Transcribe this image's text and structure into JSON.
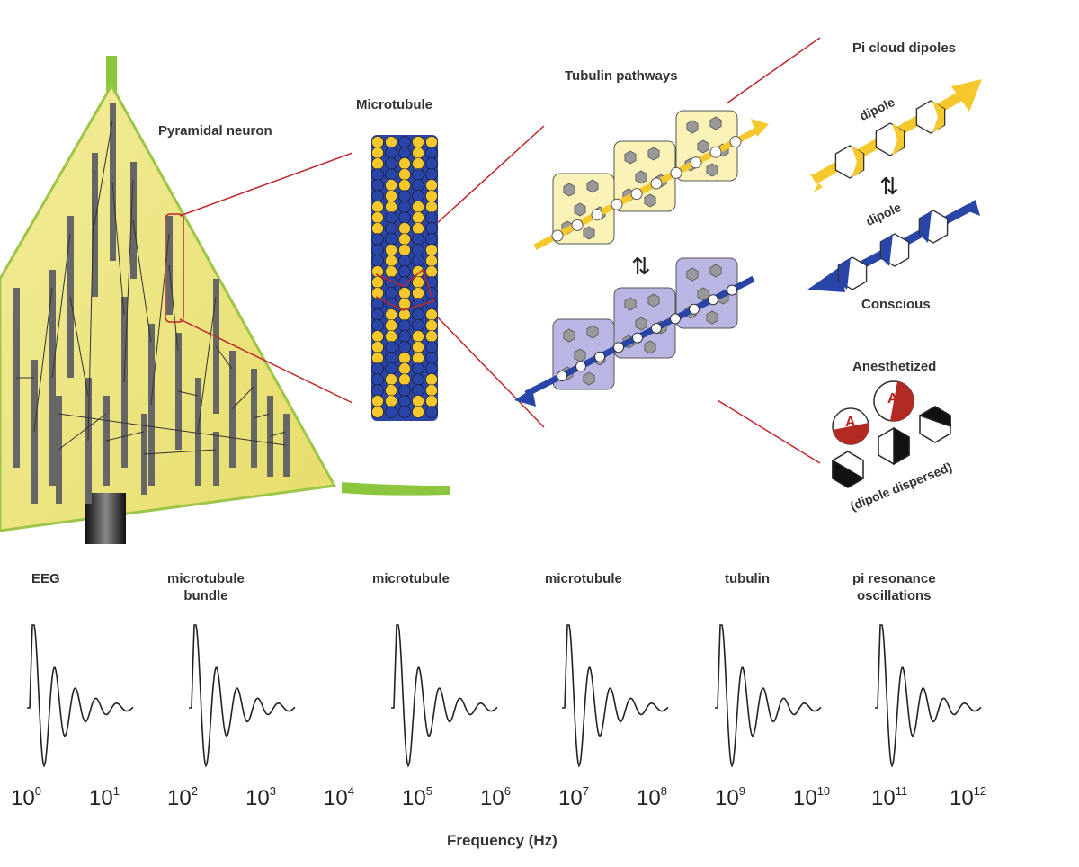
{
  "title_labels": {
    "pyramidal_neuron": "Pyramidal neuron",
    "microtubule": "Microtubule",
    "tubulin_pathways": "Tubulin pathways",
    "pi_cloud_dipoles": "Pi cloud dipoles",
    "dipole_top": "dipole",
    "dipole_bottom": "dipole",
    "conscious": "Conscious",
    "anesthetized": "Anesthetized",
    "anesthetic_marker": "A",
    "dipole_dispersed": "(dipole dispersed)"
  },
  "oscillation_labels": [
    {
      "line1": "EEG",
      "line2": ""
    },
    {
      "line1": "microtubule",
      "line2": "bundle"
    },
    {
      "line1": "microtubule",
      "line2": ""
    },
    {
      "line1": "microtubule",
      "line2": ""
    },
    {
      "line1": "tubulin",
      "line2": ""
    },
    {
      "line1": "pi resonance",
      "line2": "oscillations"
    }
  ],
  "frequency_axis": {
    "label": "Frequency (Hz)",
    "base": "10",
    "exponents": [
      "0",
      "1",
      "2",
      "3",
      "4",
      "5",
      "6",
      "7",
      "8",
      "9",
      "10",
      "11",
      "12"
    ]
  },
  "colors": {
    "yellow": "#f5c82e",
    "blue": "#2a45a8",
    "neuron_fill": "#eee88a",
    "green": "#8cc63f",
    "red_line": "#c0262d",
    "lilac": "#b9b6e3",
    "pale_yellow": "#fbf2b8"
  }
}
